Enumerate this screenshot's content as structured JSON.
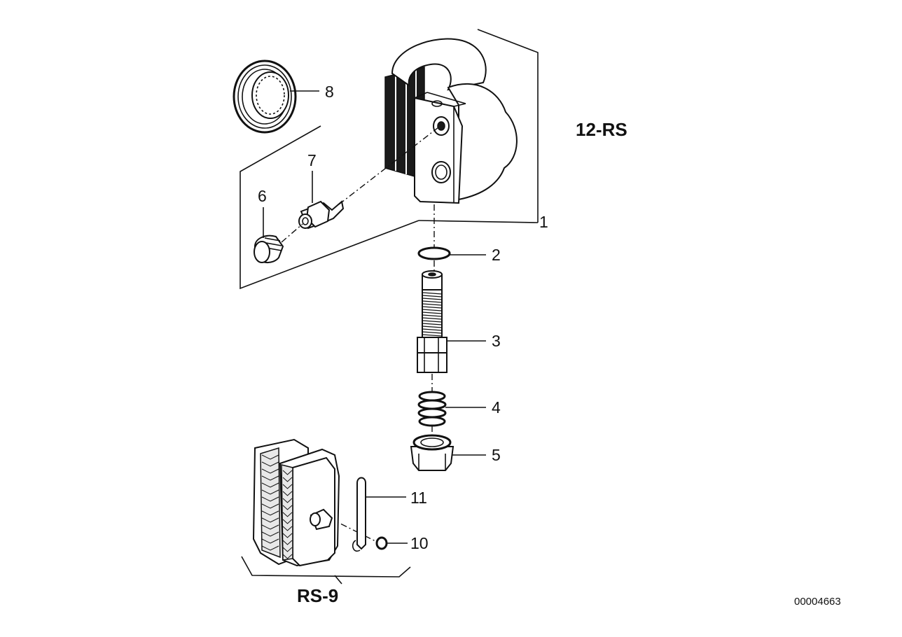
{
  "diagram": {
    "diagram_id": "00004663",
    "groups": [
      {
        "key": "caliper",
        "label": "12-RS"
      },
      {
        "key": "pads",
        "label": "RS-9"
      }
    ],
    "callouts": [
      {
        "key": "c1",
        "label": "1"
      },
      {
        "key": "c2",
        "label": "2"
      },
      {
        "key": "c3",
        "label": "3"
      },
      {
        "key": "c4",
        "label": "4"
      },
      {
        "key": "c5",
        "label": "5"
      },
      {
        "key": "c6",
        "label": "6"
      },
      {
        "key": "c7",
        "label": "7"
      },
      {
        "key": "c8",
        "label": "8"
      },
      {
        "key": "c10",
        "label": "10"
      },
      {
        "key": "c11",
        "label": "11"
      }
    ]
  }
}
